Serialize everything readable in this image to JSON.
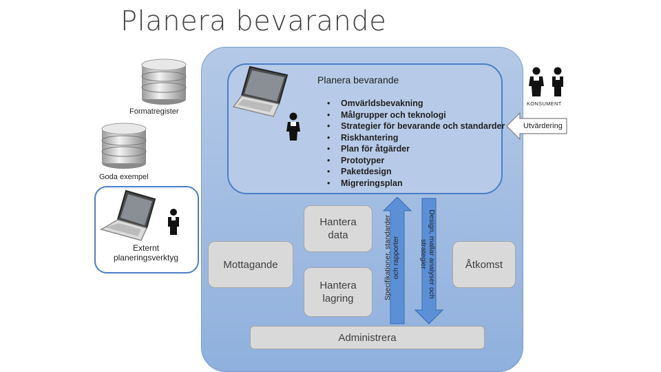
{
  "title": "Planera bevarande",
  "inner": {
    "title": "Planera bevarande",
    "bullets": [
      "Omvärldsbevakning",
      "Målgrupper och teknologi",
      "Strategier för bevarande och standarder",
      "Riskhantering",
      "Plan för åtgärder",
      "Prototyper",
      "Paketdesign",
      "Migreringsplan"
    ]
  },
  "left": {
    "formatregister": "Formatregister",
    "goda_exempel": "Goda exempel",
    "externt_line1": "Externt",
    "externt_line2": "planeringsverktyg"
  },
  "boxes": {
    "mottagande": "Mottagande",
    "hantera_data_1": "Hantera",
    "hantera_data_2": "data",
    "hantera_lagring_1": "Hantera",
    "hantera_lagring_2": "lagring",
    "atkomst": "Åtkomst",
    "administrera": "Administrera"
  },
  "arrows": {
    "up_line1": "Specifikationer, standarder",
    "up_line2": "och rapporter",
    "down_line1": "Design, mallar analyser och",
    "down_line2": "strategier",
    "utvardering": "Utvärdering"
  },
  "right": {
    "konsument": "KONSUMENT"
  },
  "colors": {
    "outer_fill": "#a3bde2",
    "inner_border": "#4a7ec6",
    "arrow_fill": "#5b8fd6",
    "grey_box": "#d9d9d9"
  }
}
